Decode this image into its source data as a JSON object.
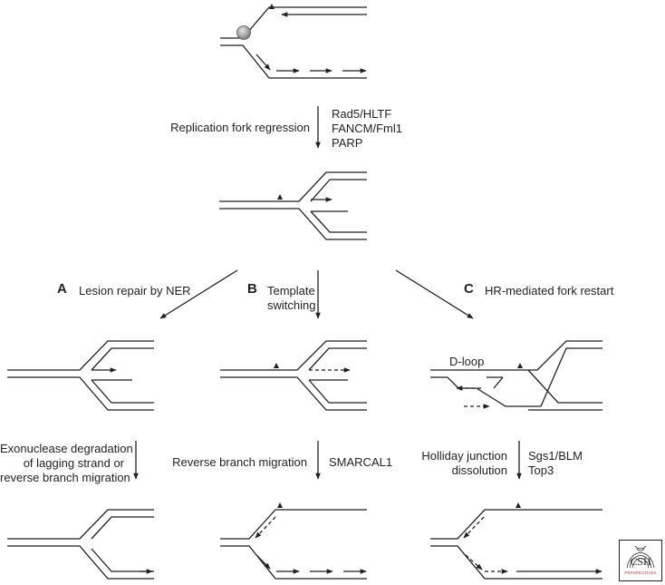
{
  "top_step": {
    "label": "Replication fork regression",
    "enzymes": [
      "Rad5/HLTF",
      "FANCM/Fml1",
      "PARP"
    ]
  },
  "pathway_a": {
    "letter": "A",
    "title": "Lesion repair by NER",
    "next_step": [
      "Exonuclease degradation",
      "of lagging strand or",
      "reverse branch migration"
    ]
  },
  "pathway_b": {
    "letter": "B",
    "title": [
      "Template",
      "switching"
    ],
    "next_step": "Reverse branch migration",
    "enzyme": "SMARCAL1"
  },
  "pathway_c": {
    "letter": "C",
    "title": "HR-mediated fork restart",
    "structure_label": "D-loop",
    "next_step": [
      "Holliday junction",
      "dissolution"
    ],
    "enzymes": [
      "Sgs1/BLM",
      "Top3"
    ]
  },
  "logo": {
    "text": "CSH",
    "subtext": "PERSPECTIVES"
  },
  "colors": {
    "ink": "#231f20",
    "polymerase": "#9a9a9a"
  }
}
